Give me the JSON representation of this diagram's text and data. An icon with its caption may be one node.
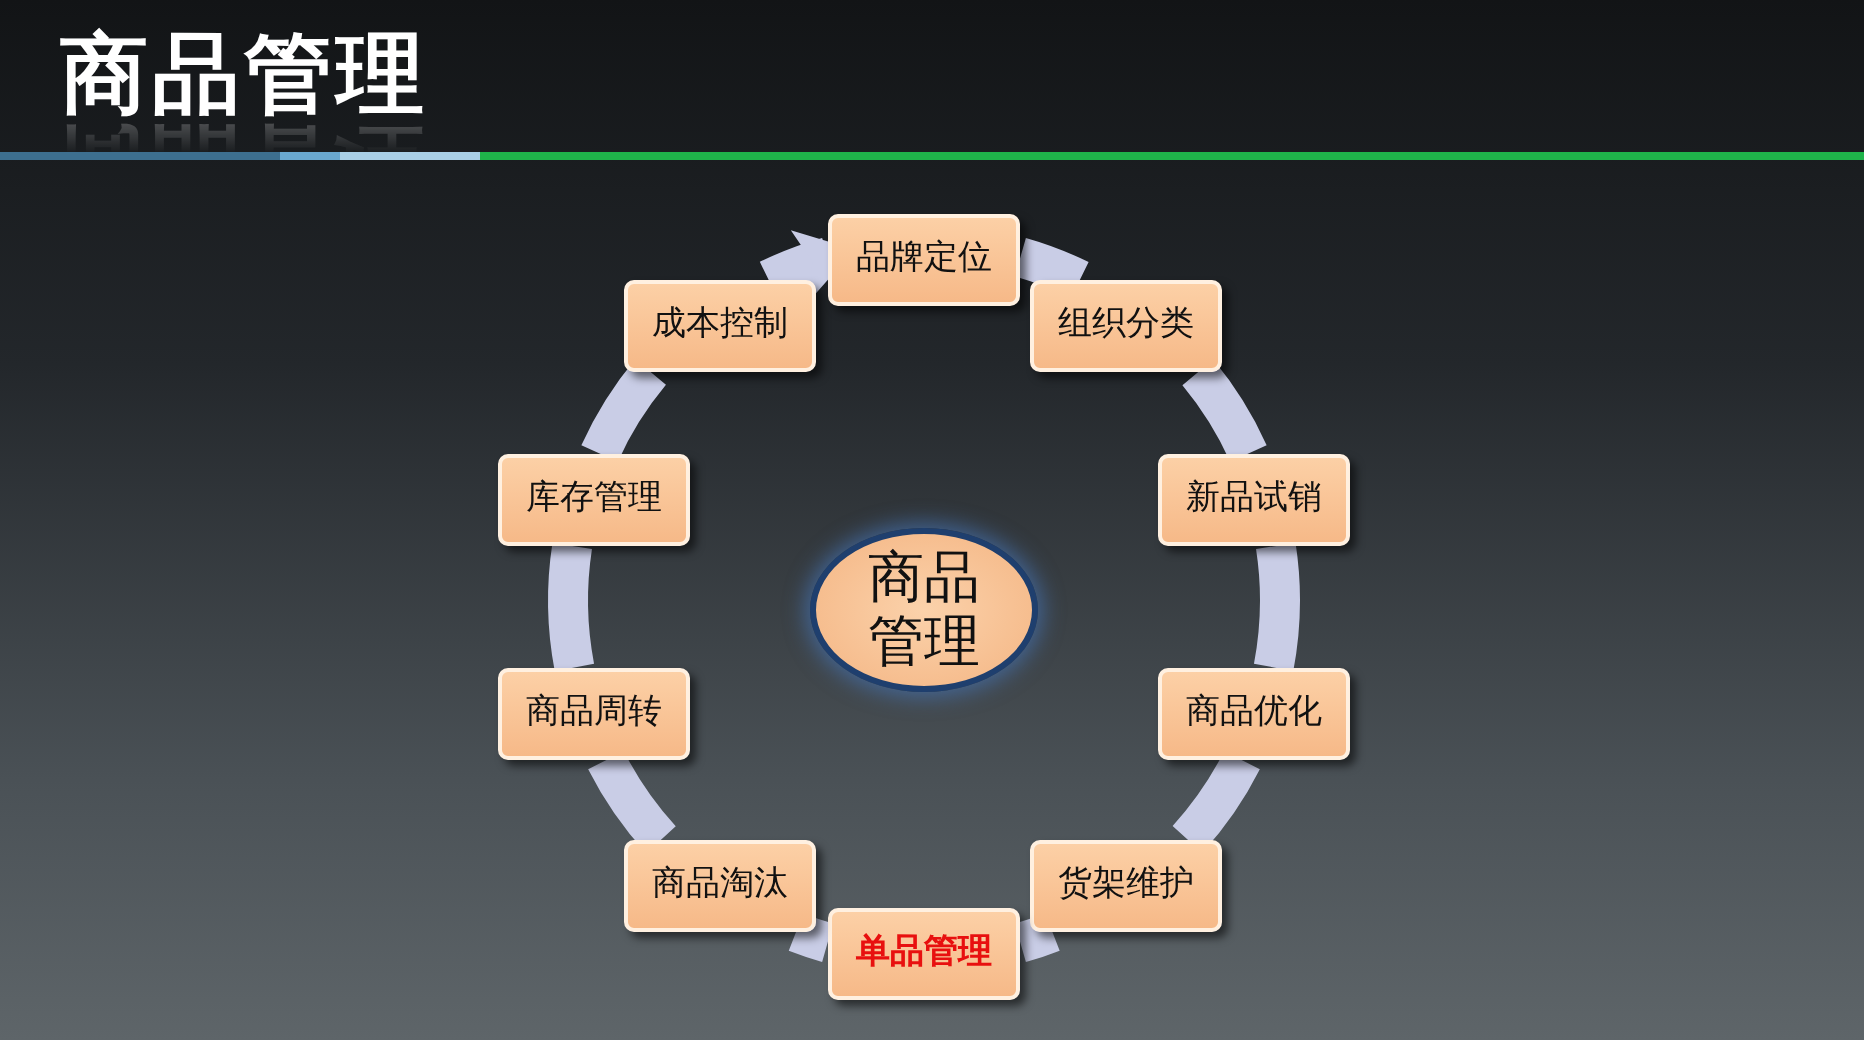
{
  "diagram": {
    "title": "商品管理",
    "nodes": [
      {
        "text": [
          "品牌定位"
        ]
      },
      {
        "text": [
          "组织分类"
        ]
      },
      {
        "text": [
          "新品试销"
        ]
      },
      {
        "text": [
          "商品优化"
        ]
      },
      {
        "text": [
          "货架维护"
        ]
      },
      {
        "text": [
          "单品管理"
        ]
      },
      {
        "text": [
          "商品淘汰"
        ]
      },
      {
        "text": [
          "商品周转"
        ]
      },
      {
        "text": [
          "库存管理"
        ]
      },
      {
        "text": [
          "成本控制"
        ]
      },
      {
        "text": [
          "商品管理"
        ]
      }
    ],
    "edges": [
      {
        "from": 0,
        "to": 1,
        "arrow": "none"
      },
      {
        "from": 1,
        "to": 2,
        "arrow": "none"
      },
      {
        "from": 2,
        "to": 3,
        "arrow": "none"
      },
      {
        "from": 3,
        "to": 4,
        "arrow": "none"
      },
      {
        "from": 4,
        "to": 5,
        "arrow": "none"
      },
      {
        "from": 5,
        "to": 6,
        "arrow": "none"
      },
      {
        "from": 6,
        "to": 7,
        "arrow": "none"
      },
      {
        "from": 7,
        "to": 8,
        "arrow": "none"
      },
      {
        "from": 8,
        "to": 9,
        "arrow": "none"
      },
      {
        "from": 9,
        "to": 0,
        "arrow": "to"
      }
    ]
  }
}
